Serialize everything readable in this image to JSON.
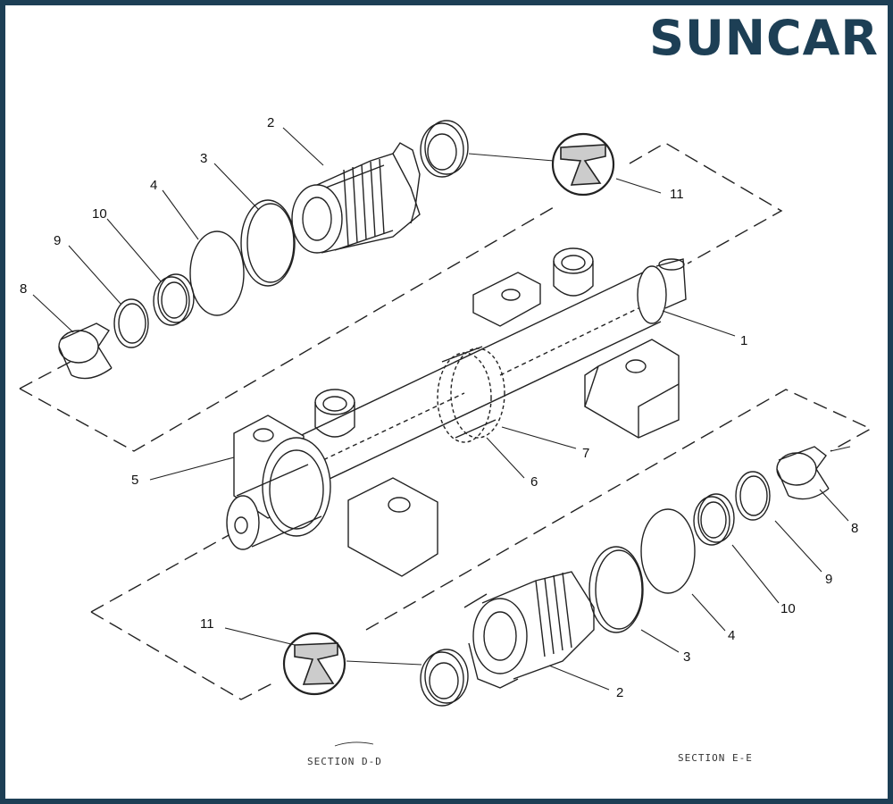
{
  "brand": {
    "logo_text": "SUNCAR",
    "color": "#1d3f55",
    "accent": "#3a9fb0"
  },
  "frame_color": "#1d3f55",
  "callouts": {
    "top": [
      "1",
      "2",
      "3",
      "4",
      "10",
      "9",
      "8",
      "11"
    ],
    "mid": [
      "5",
      "6",
      "7"
    ],
    "bottom": [
      "2",
      "3",
      "4",
      "10",
      "9",
      "8",
      "11"
    ]
  },
  "sections": {
    "left": "SECTION D-D",
    "right": "SECTION E-E"
  }
}
